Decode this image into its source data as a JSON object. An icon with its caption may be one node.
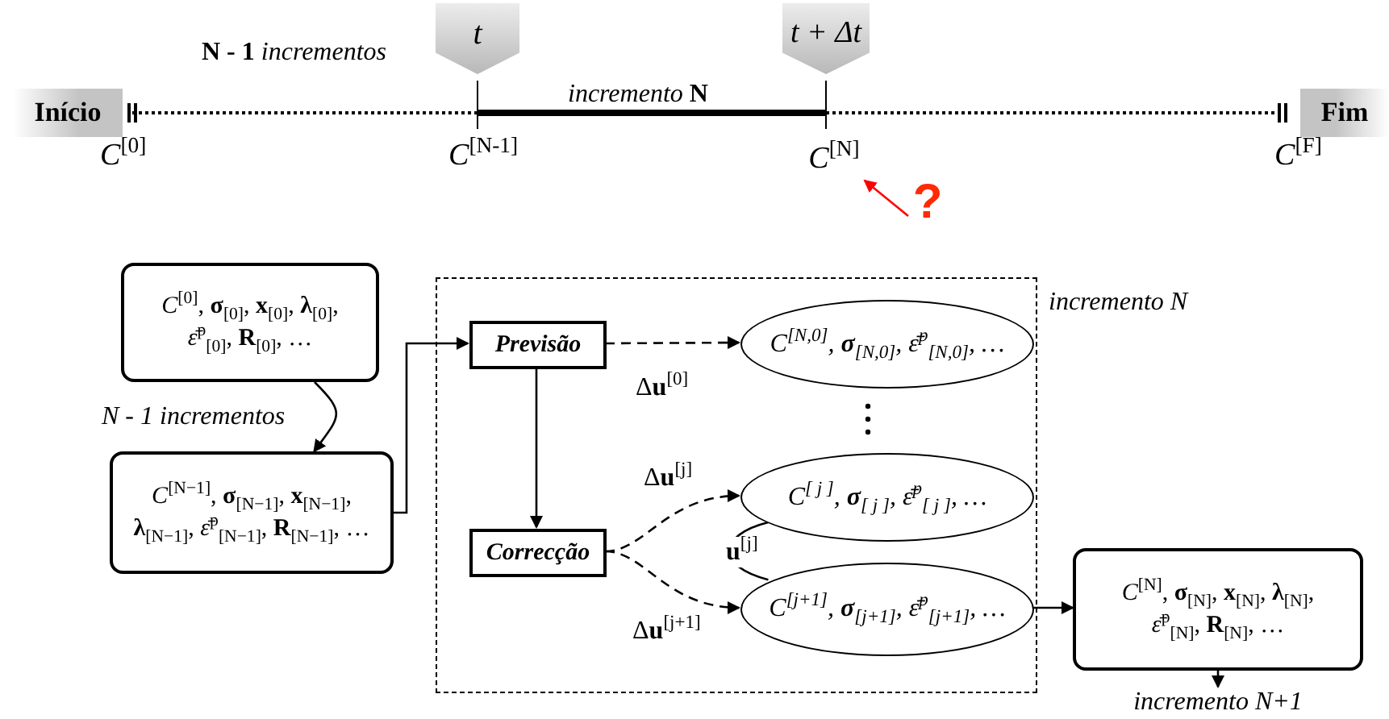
{
  "diagram": {
    "nodes": [
      {
        "text": [
          "t"
        ]
      },
      {
        "text": [
          "t + Δt"
        ]
      },
      {
        "text": [
          "Início"
        ]
      },
      {
        "text": [
          "Fim"
        ]
      },
      {
        "text": [
          "*C*$^{[N]}$"
        ]
      },
      {
        "text": [
          "?"
        ]
      },
      {
        "text": [
          "*C*$^{[0]}$, **σ**$_{[0]}$, **x**$_{[0]}$, **λ**$_{[0]}$, *ε̄*$^{p}$$_{[0]}$, **R**$_{[0]}$, …"
        ]
      },
      {
        "text": [
          "*C*$^{[N−1]}$, **σ**$_{[N−1]}$, **x**$_{[N−1]}$, **λ**$_{[N−1]}$, *ε̄*$^{p}$$_{[N−1]}$, **R**$_{[N−1]}$, …"
        ]
      },
      {
        "text": [
          "incremento N"
        ]
      },
      {
        "text": [
          "Previsão"
        ],
        "in": 8
      },
      {
        "text": [
          "*C*$^{[N,0]}$, **σ**$_{[N,0]}$, *ε̄*$^{p}$$_{[N,0]}$, …"
        ],
        "in": 8
      },
      {
        "text": [
          "*C*$^{[ j ]}$, **σ**$_{[ j ]}$, *ε̄*$^{p}$$_{[ j ]}$, …"
        ],
        "in": 8
      },
      {
        "text": [
          "Correcção"
        ],
        "in": 8
      },
      {
        "text": [
          "*C*$^{[j+1]}$, **σ**$_{[j+1]}$, *ε̄*$^{p}$$_{[j+1]}$, …"
        ],
        "in": 8
      },
      {
        "text": [
          "*C*$^{[N]}$, **σ**$_{[N]}$, **x**$_{[N]}$, **λ**$_{[N]}$, *ε̄*$^{p}$$_{[N]}$, **R**$_{[N]}$, …"
        ]
      },
      {
        "text": [
          "incremento N+1"
        ]
      }
    ],
    "edges": [
      {
        "from": 6,
        "to": 7,
        "arrow": "to",
        "label": "N - 1 incrementos"
      },
      {
        "from": 7,
        "to": 9,
        "arrow": "to"
      },
      {
        "from": 9,
        "to": 10,
        "arrow": "to",
        "style": "dashed",
        "label": "Δ**u**$^{[0]}$"
      },
      {
        "from": 9,
        "to": 12,
        "arrow": "to"
      },
      {
        "from": 12,
        "to": 11,
        "arrow": "to",
        "style": "dashed",
        "label": "Δ**u**$^{[j]}$"
      },
      {
        "from": 12,
        "to": 13,
        "arrow": "to",
        "style": "dashed",
        "label": "Δ**u**$^{[j+1]}$"
      },
      {
        "from": 11,
        "to": 13,
        "arrow": "none",
        "label": "**u**$^{[j]}$"
      },
      {
        "from": 13,
        "to": 14,
        "arrow": "to"
      },
      {
        "from": 14,
        "to": 15,
        "arrow": "to"
      },
      {
        "from": 5,
        "to": 4,
        "arrow": "to",
        "color": "#ff0000"
      }
    ],
    "labels": [
      "**N - 1** *incrementos*",
      "*incremento* **N**",
      "*C*$^{[0]}$",
      "*C*$^{[N-1]}$",
      "*C*$^{[F]}$"
    ]
  }
}
